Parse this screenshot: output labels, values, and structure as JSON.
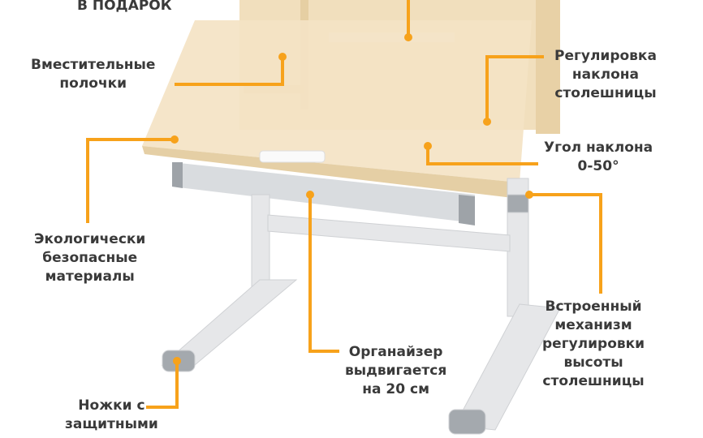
{
  "accent_color": "#f7a21b",
  "labels": {
    "gift": "В ПОДАРОК",
    "shelves": [
      "Вместительные",
      "полочки"
    ],
    "tilt_adjust": [
      "Регулировка",
      "наклона",
      "столешницы"
    ],
    "tilt_angle": [
      "Угол наклона",
      "0-50°"
    ],
    "eco": [
      "Экологически",
      "безопасные",
      "материалы"
    ],
    "organizer": [
      "Органайзер",
      "выдвигается",
      "на 20 см"
    ],
    "height_mech": [
      "Встроенный",
      "механизм",
      "регулировки",
      "высоты",
      "столешницы"
    ],
    "legs": [
      "Ножки с",
      "защитными"
    ]
  }
}
